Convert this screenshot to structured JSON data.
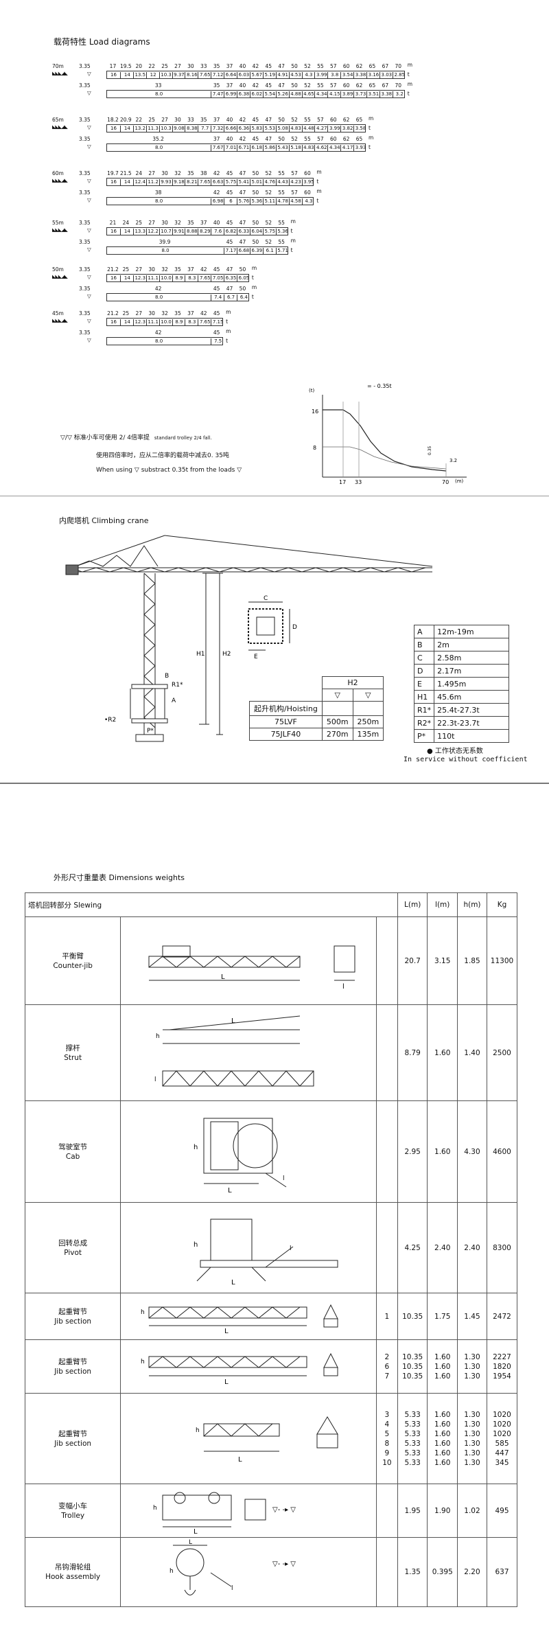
{
  "load": {
    "title": "载荷特性  Load diagrams",
    "unit_m": "m",
    "unit_t": "t",
    "r335": "3.35",
    "blocks": [
      {
        "label": "70m",
        "r1": [
          "17",
          "19.5",
          "20",
          "22",
          "25",
          "27",
          "30",
          "33",
          "35",
          "37",
          "40",
          "42",
          "45",
          "47",
          "50",
          "52",
          "55",
          "57",
          "60",
          "62",
          "65",
          "67",
          "70"
        ],
        "v1": [
          "16",
          "14",
          "13.5",
          "12",
          "10.3",
          "9.37",
          "8.16",
          "7.65",
          "7.12",
          "6.64",
          "6.03",
          "5.67",
          "5.19",
          "4.91",
          "4.53",
          "4.3",
          "3.99",
          "3.8",
          "3.54",
          "3.38",
          "3.16",
          "3.03",
          "2.85"
        ],
        "r2": [
          "33",
          "35",
          "37",
          "40",
          "42",
          "45",
          "47",
          "50",
          "52",
          "55",
          "57",
          "60",
          "62",
          "65",
          "67",
          "70"
        ],
        "v2": [
          "8.0",
          "7.47",
          "6.99",
          "6.38",
          "6.02",
          "5.54",
          "5.26",
          "4.88",
          "4.65",
          "4.34",
          "4.15",
          "3.89",
          "3.73",
          "3.51",
          "3.38",
          "3.2"
        ]
      },
      {
        "label": "65m",
        "r1": [
          "18.2",
          "20.9",
          "22",
          "25",
          "27",
          "30",
          "33",
          "35",
          "37",
          "40",
          "42",
          "45",
          "47",
          "50",
          "52",
          "55",
          "57",
          "60",
          "62",
          "65"
        ],
        "v1": [
          "16",
          "14",
          "13.2",
          "11.3",
          "10.3",
          "9.08",
          "8.38",
          "7.7",
          "7.32",
          "6.66",
          "6.36",
          "5.83",
          "5.53",
          "5.08",
          "4.83",
          "4.48",
          "4.27",
          "3.99",
          "3.82",
          "3.58"
        ],
        "r2": [
          "35.2",
          "37",
          "40",
          "42",
          "45",
          "47",
          "50",
          "52",
          "55",
          "57",
          "60",
          "62",
          "65"
        ],
        "v2": [
          "8.0",
          "7.67",
          "7.01",
          "6.71",
          "6.18",
          "5.86",
          "5.43",
          "5.18",
          "4.83",
          "4.62",
          "4.34",
          "4.17",
          "3.93"
        ]
      },
      {
        "label": "60m",
        "r1": [
          "19.7",
          "21.5",
          "24",
          "27",
          "30",
          "32",
          "35",
          "38",
          "42",
          "45",
          "47",
          "50",
          "52",
          "55",
          "57",
          "60"
        ],
        "v1": [
          "16",
          "14",
          "12.4",
          "11.2",
          "9.93",
          "9.18",
          "8.21",
          "7.65",
          "6.63",
          "5.75",
          "5.41",
          "5.01",
          "4.76",
          "4.43",
          "4.23",
          "3.95"
        ],
        "r2": [
          "38",
          "42",
          "45",
          "47",
          "50",
          "52",
          "55",
          "57",
          "60"
        ],
        "v2": [
          "8.0",
          "6.98",
          "6",
          "5.76",
          "5.36",
          "5.11",
          "4.78",
          "4.58",
          "4.3"
        ]
      },
      {
        "label": "55m",
        "r1": [
          "21",
          "24",
          "25",
          "27",
          "30",
          "32",
          "35",
          "37",
          "40",
          "45",
          "47",
          "50",
          "52",
          "55"
        ],
        "v1": [
          "16",
          "14",
          "13.3",
          "12.2",
          "10.7",
          "9.91",
          "8.88",
          "8.29",
          "7.6",
          "6.82",
          "6.33",
          "6.04",
          "5.75",
          "5.36"
        ],
        "r2": [
          "39.9",
          "45",
          "47",
          "50",
          "52",
          "55"
        ],
        "v2": [
          "8.0",
          "7.17",
          "6.68",
          "6.39",
          "6.1",
          "5.71"
        ]
      },
      {
        "label": "50m",
        "r1": [
          "21.2",
          "25",
          "27",
          "30",
          "32",
          "35",
          "37",
          "42",
          "45",
          "47",
          "50"
        ],
        "v1": [
          "16",
          "14",
          "12.3",
          "11.1",
          "10.0",
          "8.9",
          "8.3",
          "7.65",
          "7.05",
          "6.35",
          "6.05"
        ],
        "r2": [
          "42",
          "45",
          "47",
          "50"
        ],
        "v2": [
          "8.0",
          "7.4",
          "6.7",
          "6.4"
        ]
      },
      {
        "label": "45m",
        "r1": [
          "21.2",
          "25",
          "27",
          "30",
          "32",
          "35",
          "37",
          "42",
          "45"
        ],
        "v1": [
          "16",
          "14",
          "12.3",
          "11.1",
          "10.0",
          "8.9",
          "8.3",
          "7.65",
          "7.15"
        ],
        "r2": [
          "42",
          "45"
        ],
        "v2": [
          "8.0",
          "7.5"
        ]
      }
    ],
    "note_cn1": "标准小车可使用  2/  4倍率提",
    "note_en1": "standard trolley 2/4 fall.",
    "note_cn2": "使用四倍率时，应从二倍率的载荷中减去0. 35吨",
    "note_en2": "When using",
    "note_en2b": "substract 0.35t from the loads",
    "graph": {
      "t_unit": "(t)",
      "m_unit": "(m)",
      "y16": "16",
      "y8": "8",
      "x17": "17",
      "x33": "33",
      "x70": "70",
      "v32": "3.2",
      "v035": "0.35",
      "top": "= - 0.35t"
    }
  },
  "climbing": {
    "title": "内爬塔机  Climbing crane",
    "labels": {
      "B": "B",
      "A": "A",
      "H1": "H1",
      "H2": "H2",
      "R1": "R1*",
      "R2": "•R2",
      "P": "P*",
      "C": "C",
      "D": "D",
      "E": "E"
    },
    "hoist_table": {
      "h2": "H2",
      "head": "起升机构/Hoisting",
      "rows": [
        [
          "75LVF",
          "500m",
          "250m"
        ],
        [
          "75JLF40",
          "270m",
          "135m"
        ]
      ]
    },
    "spec": [
      [
        "A",
        "12m-19m"
      ],
      [
        "B",
        "2m"
      ],
      [
        "C",
        "2.58m"
      ],
      [
        "D",
        "2.17m"
      ],
      [
        "E",
        "1.495m"
      ],
      [
        "H1",
        "45.6m"
      ],
      [
        "R1*",
        "25.4t-27.3t"
      ],
      [
        "R2*",
        "22.3t-23.7t"
      ],
      [
        "P*",
        "110t"
      ]
    ],
    "note_cn": "●  工作状态无系数",
    "note_en": "In service without coefficient"
  },
  "dims": {
    "title": "外形尺寸重量表  Dimensions weights",
    "header": {
      "name": "塔机回转部分  Slewing",
      "L": "L(m)",
      "l": "l(m)",
      "h": "h(m)",
      "kg": "Kg"
    },
    "rows": [
      {
        "cn": "平衡臂",
        "en": "Counter-jib",
        "ids": [
          ""
        ],
        "L": [
          "20.7"
        ],
        "l": [
          "3.15"
        ],
        "h": [
          "1.85"
        ],
        "kg": [
          "11300"
        ]
      },
      {
        "cn": "撑杆",
        "en": "Strut",
        "ids": [
          ""
        ],
        "L": [
          "8.79"
        ],
        "l": [
          "1.60"
        ],
        "h": [
          "1.40"
        ],
        "kg": [
          "2500"
        ]
      },
      {
        "cn": "驾驶室节",
        "en": "Cab",
        "ids": [
          ""
        ],
        "L": [
          "2.95"
        ],
        "l": [
          "1.60"
        ],
        "h": [
          "4.30"
        ],
        "kg": [
          "4600"
        ]
      },
      {
        "cn": "回转总成",
        "en": "Pivot",
        "ids": [
          ""
        ],
        "L": [
          "4.25"
        ],
        "l": [
          "2.40"
        ],
        "h": [
          "2.40"
        ],
        "kg": [
          "8300"
        ]
      },
      {
        "cn": "起重臂节",
        "en": "Jib section",
        "ids": [
          "1"
        ],
        "L": [
          "10.35"
        ],
        "l": [
          "1.75"
        ],
        "h": [
          "1.45"
        ],
        "kg": [
          "2472"
        ]
      },
      {
        "cn": "起重臂节",
        "en": "Jib section",
        "ids": [
          "2",
          "6",
          "7"
        ],
        "L": [
          "10.35",
          "10.35",
          "10.35"
        ],
        "l": [
          "1.60",
          "1.60",
          "1.60"
        ],
        "h": [
          "1.30",
          "1.30",
          "1.30"
        ],
        "kg": [
          "2227",
          "1820",
          "1954"
        ]
      },
      {
        "cn": "起重臂节",
        "en": "Jib section",
        "ids": [
          "3",
          "4",
          "5",
          "8",
          "9",
          "10"
        ],
        "L": [
          "5.33",
          "5.33",
          "5.33",
          "5.33",
          "5.33",
          "5.33"
        ],
        "l": [
          "1.60",
          "1.60",
          "1.60",
          "1.60",
          "1.60",
          "1.60"
        ],
        "h": [
          "1.30",
          "1.30",
          "1.30",
          "1.30",
          "1.30",
          "1.30"
        ],
        "kg": [
          "1020",
          "1020",
          "1020",
          "585",
          "447",
          "345"
        ]
      },
      {
        "cn": "变幅小车",
        "en": "Trolley",
        "ids": [
          ""
        ],
        "L": [
          "1.95"
        ],
        "l": [
          "1.90"
        ],
        "h": [
          "1.02"
        ],
        "kg": [
          "495"
        ]
      },
      {
        "cn": "吊钩滑轮组",
        "en": "Hook assembly",
        "ids": [
          ""
        ],
        "L": [
          "1.35"
        ],
        "l": [
          "0.395"
        ],
        "h": [
          "2.20"
        ],
        "kg": [
          "637"
        ]
      }
    ]
  }
}
